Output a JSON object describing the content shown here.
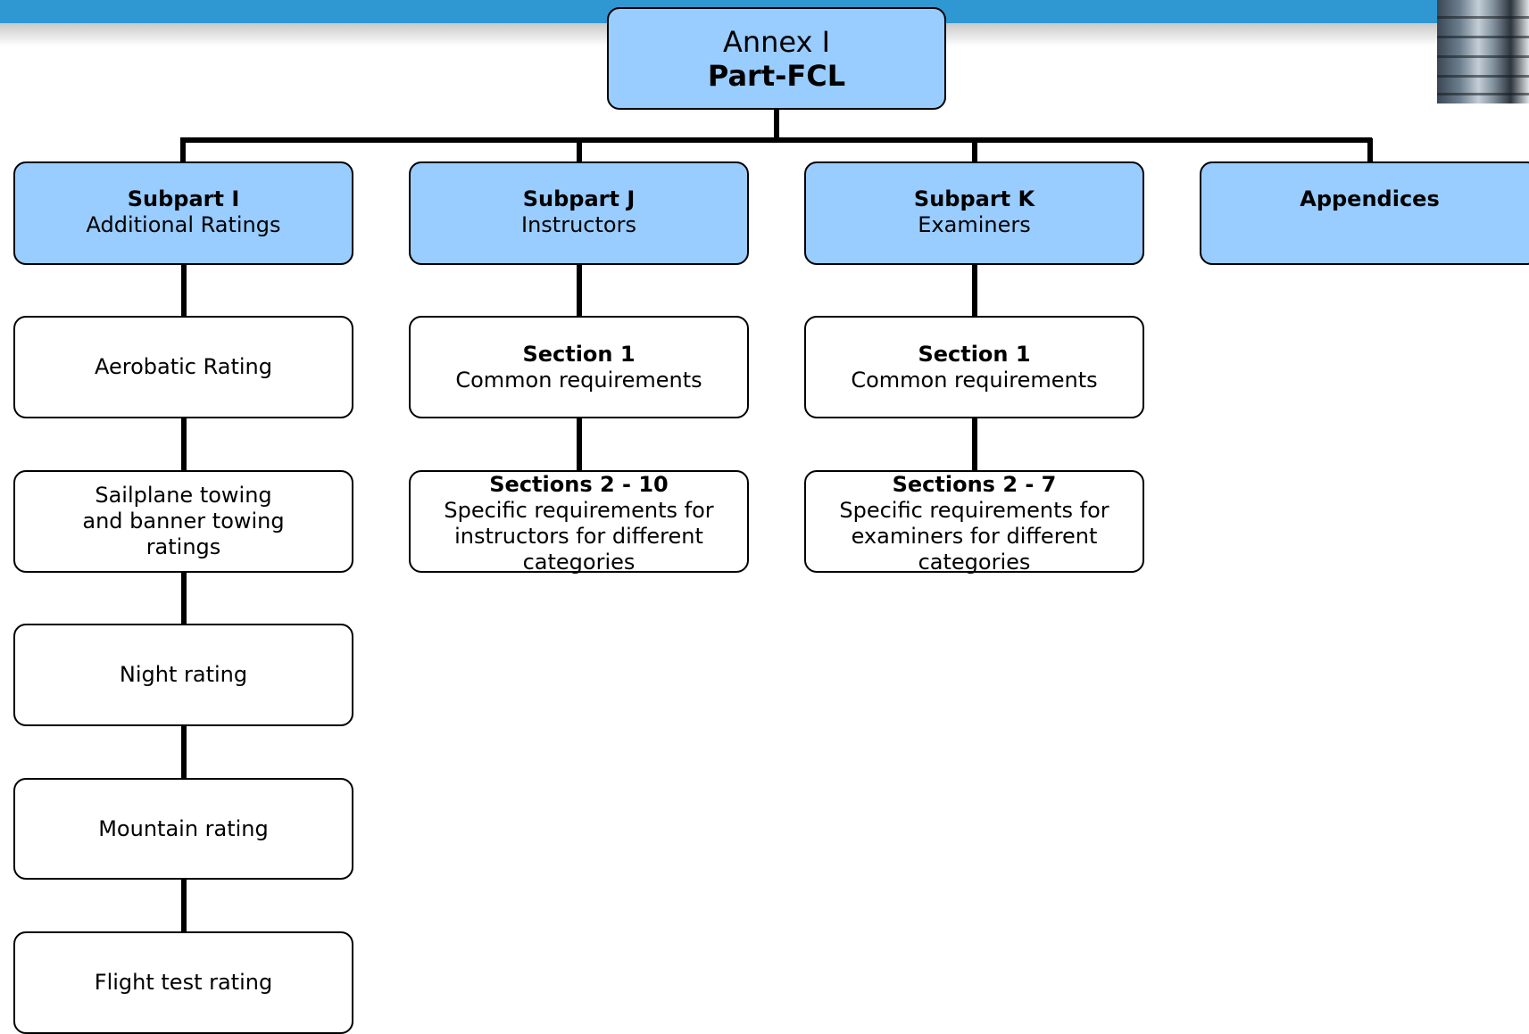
{
  "root": {
    "line1": "Annex I",
    "line2": "Part-FCL"
  },
  "subparts": [
    {
      "title": "Subpart I",
      "subtitle": "Additional Ratings"
    },
    {
      "title": "Subpart J",
      "subtitle": "Instructors"
    },
    {
      "title": "Subpart K",
      "subtitle": "Examiners"
    },
    {
      "title": "Appendices",
      "subtitle": ""
    }
  ],
  "subpart_i_items": [
    "Aerobatic Rating",
    "Sailplane towing and banner towing ratings",
    "Night rating",
    "Mountain rating",
    "Flight test rating"
  ],
  "subpart_j_sections": [
    {
      "title": "Section 1",
      "text": "Common requirements"
    },
    {
      "title": "Sections 2 - 10",
      "text": "Specific requirements for instructors for different categories"
    }
  ],
  "subpart_k_sections": [
    {
      "title": "Section 1",
      "text": "Common requirements"
    },
    {
      "title": "Sections 2 - 7",
      "text": "Specific requirements for examiners for different categories"
    }
  ],
  "colors": {
    "top_bar": "#2f98d3",
    "box_fill": "#99ccff",
    "connector": "#000000"
  }
}
